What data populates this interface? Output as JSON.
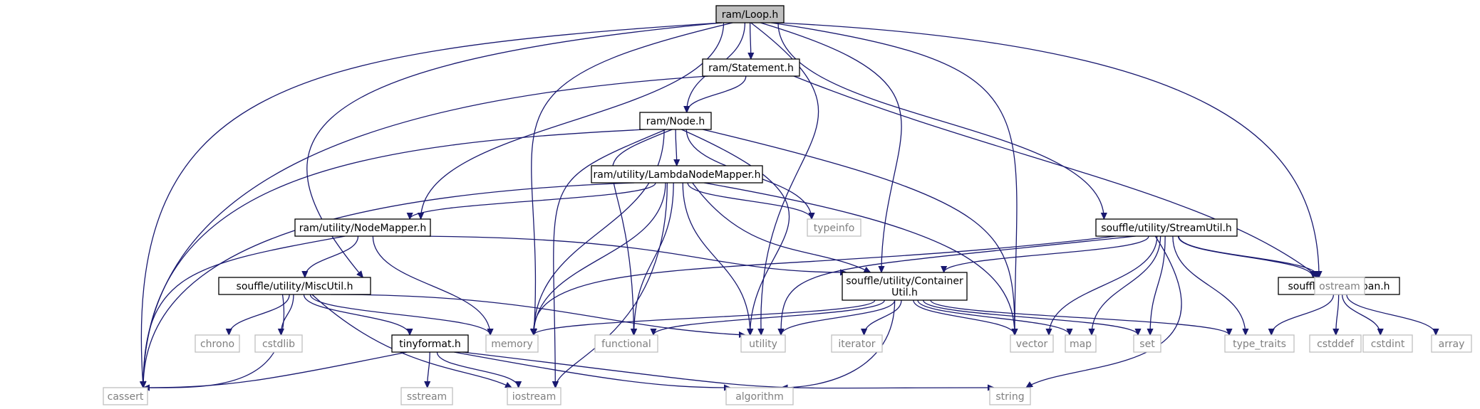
{
  "graph": {
    "title": "",
    "colors": {
      "edge": "#191970",
      "root_fill": "#bfbfbf",
      "external_border": "#bfbfbf",
      "external_text": "#7f7f7f",
      "local_border": "#000000"
    },
    "nodes": [
      {
        "id": "loop",
        "label": [
          "ram/Loop.h"
        ],
        "kind": "root"
      },
      {
        "id": "statement",
        "label": [
          "ram/Statement.h"
        ],
        "kind": "local"
      },
      {
        "id": "node",
        "label": [
          "ram/Node.h"
        ],
        "kind": "local"
      },
      {
        "id": "lambda",
        "label": [
          "ram/utility/LambdaNodeMapper.h"
        ],
        "kind": "local"
      },
      {
        "id": "nodemapper",
        "label": [
          "ram/utility/NodeMapper.h"
        ],
        "kind": "local"
      },
      {
        "id": "miscutil",
        "label": [
          "souffle/utility/MiscUtil.h"
        ],
        "kind": "local"
      },
      {
        "id": "containerutil",
        "label": [
          "souffle/utility/Container",
          "Util.h"
        ],
        "kind": "local"
      },
      {
        "id": "streamutil",
        "label": [
          "souffle/utility/StreamUtil.h"
        ],
        "kind": "local"
      },
      {
        "id": "span",
        "label": [
          "souffle/utility/span.h"
        ],
        "kind": "local"
      },
      {
        "id": "tinyformat",
        "label": [
          "tinyformat.h"
        ],
        "kind": "local"
      },
      {
        "id": "typeinfo",
        "label": [
          "typeinfo"
        ],
        "kind": "external"
      },
      {
        "id": "ostream",
        "label": [
          "ostream"
        ],
        "kind": "external"
      },
      {
        "id": "chrono",
        "label": [
          "chrono"
        ],
        "kind": "external"
      },
      {
        "id": "cstdlib",
        "label": [
          "cstdlib"
        ],
        "kind": "external"
      },
      {
        "id": "memory",
        "label": [
          "memory"
        ],
        "kind": "external"
      },
      {
        "id": "functional",
        "label": [
          "functional"
        ],
        "kind": "external"
      },
      {
        "id": "utility",
        "label": [
          "utility"
        ],
        "kind": "external"
      },
      {
        "id": "iterator",
        "label": [
          "iterator"
        ],
        "kind": "external"
      },
      {
        "id": "vector",
        "label": [
          "vector"
        ],
        "kind": "external"
      },
      {
        "id": "map",
        "label": [
          "map"
        ],
        "kind": "external"
      },
      {
        "id": "set",
        "label": [
          "set"
        ],
        "kind": "external"
      },
      {
        "id": "type_traits",
        "label": [
          "type_traits"
        ],
        "kind": "external"
      },
      {
        "id": "cstddef",
        "label": [
          "cstddef"
        ],
        "kind": "external"
      },
      {
        "id": "cstdint",
        "label": [
          "cstdint"
        ],
        "kind": "external"
      },
      {
        "id": "array",
        "label": [
          "array"
        ],
        "kind": "external"
      },
      {
        "id": "cassert",
        "label": [
          "cassert"
        ],
        "kind": "external"
      },
      {
        "id": "sstream",
        "label": [
          "sstream"
        ],
        "kind": "external"
      },
      {
        "id": "iostream",
        "label": [
          "iostream"
        ],
        "kind": "external"
      },
      {
        "id": "algorithm",
        "label": [
          "algorithm"
        ],
        "kind": "external"
      },
      {
        "id": "string",
        "label": [
          "string"
        ],
        "kind": "external"
      }
    ],
    "edges": [
      {
        "from": "loop",
        "to": "statement"
      },
      {
        "from": "loop",
        "to": "node"
      },
      {
        "from": "loop",
        "to": "nodemapper"
      },
      {
        "from": "loop",
        "to": "miscutil"
      },
      {
        "from": "loop",
        "to": "containerutil"
      },
      {
        "from": "loop",
        "to": "streamutil"
      },
      {
        "from": "loop",
        "to": "cassert"
      },
      {
        "from": "loop",
        "to": "memory"
      },
      {
        "from": "loop",
        "to": "utility"
      },
      {
        "from": "loop",
        "to": "vector"
      },
      {
        "from": "loop",
        "to": "ostream"
      },
      {
        "from": "statement",
        "to": "node"
      },
      {
        "from": "statement",
        "to": "cassert"
      },
      {
        "from": "statement",
        "to": "ostream"
      },
      {
        "from": "node",
        "to": "lambda"
      },
      {
        "from": "node",
        "to": "typeinfo"
      },
      {
        "from": "node",
        "to": "cassert"
      },
      {
        "from": "node",
        "to": "memory"
      },
      {
        "from": "node",
        "to": "functional"
      },
      {
        "from": "node",
        "to": "iostream"
      },
      {
        "from": "node",
        "to": "utility"
      },
      {
        "from": "node",
        "to": "vector"
      },
      {
        "from": "lambda",
        "to": "nodemapper"
      },
      {
        "from": "lambda",
        "to": "typeinfo"
      },
      {
        "from": "lambda",
        "to": "cassert"
      },
      {
        "from": "lambda",
        "to": "memory"
      },
      {
        "from": "lambda",
        "to": "functional"
      },
      {
        "from": "lambda",
        "to": "iostream"
      },
      {
        "from": "lambda",
        "to": "utility"
      },
      {
        "from": "lambda",
        "to": "containerutil"
      },
      {
        "from": "lambda",
        "to": "vector"
      },
      {
        "from": "nodemapper",
        "to": "miscutil"
      },
      {
        "from": "nodemapper",
        "to": "cassert"
      },
      {
        "from": "nodemapper",
        "to": "memory"
      },
      {
        "from": "nodemapper",
        "to": "containerutil"
      },
      {
        "from": "miscutil",
        "to": "chrono"
      },
      {
        "from": "miscutil",
        "to": "cstdlib"
      },
      {
        "from": "miscutil",
        "to": "memory"
      },
      {
        "from": "miscutil",
        "to": "tinyformat"
      },
      {
        "from": "miscutil",
        "to": "cassert"
      },
      {
        "from": "miscutil",
        "to": "iostream"
      },
      {
        "from": "miscutil",
        "to": "utility"
      },
      {
        "from": "tinyformat",
        "to": "cassert"
      },
      {
        "from": "tinyformat",
        "to": "sstream"
      },
      {
        "from": "tinyformat",
        "to": "iostream"
      },
      {
        "from": "tinyformat",
        "to": "algorithm"
      },
      {
        "from": "tinyformat",
        "to": "string"
      },
      {
        "from": "containerutil",
        "to": "memory"
      },
      {
        "from": "containerutil",
        "to": "functional"
      },
      {
        "from": "containerutil",
        "to": "utility"
      },
      {
        "from": "containerutil",
        "to": "iterator"
      },
      {
        "from": "containerutil",
        "to": "vector"
      },
      {
        "from": "containerutil",
        "to": "map"
      },
      {
        "from": "containerutil",
        "to": "set"
      },
      {
        "from": "containerutil",
        "to": "type_traits"
      },
      {
        "from": "containerutil",
        "to": "algorithm"
      },
      {
        "from": "streamutil",
        "to": "containerutil"
      },
      {
        "from": "streamutil",
        "to": "span"
      },
      {
        "from": "streamutil",
        "to": "memory"
      },
      {
        "from": "streamutil",
        "to": "utility"
      },
      {
        "from": "streamutil",
        "to": "vector"
      },
      {
        "from": "streamutil",
        "to": "map"
      },
      {
        "from": "streamutil",
        "to": "set"
      },
      {
        "from": "streamutil",
        "to": "type_traits"
      },
      {
        "from": "streamutil",
        "to": "string"
      },
      {
        "from": "streamutil",
        "to": "ostream"
      },
      {
        "from": "span",
        "to": "type_traits"
      },
      {
        "from": "span",
        "to": "cstddef"
      },
      {
        "from": "span",
        "to": "cstdint"
      },
      {
        "from": "span",
        "to": "array"
      }
    ]
  }
}
